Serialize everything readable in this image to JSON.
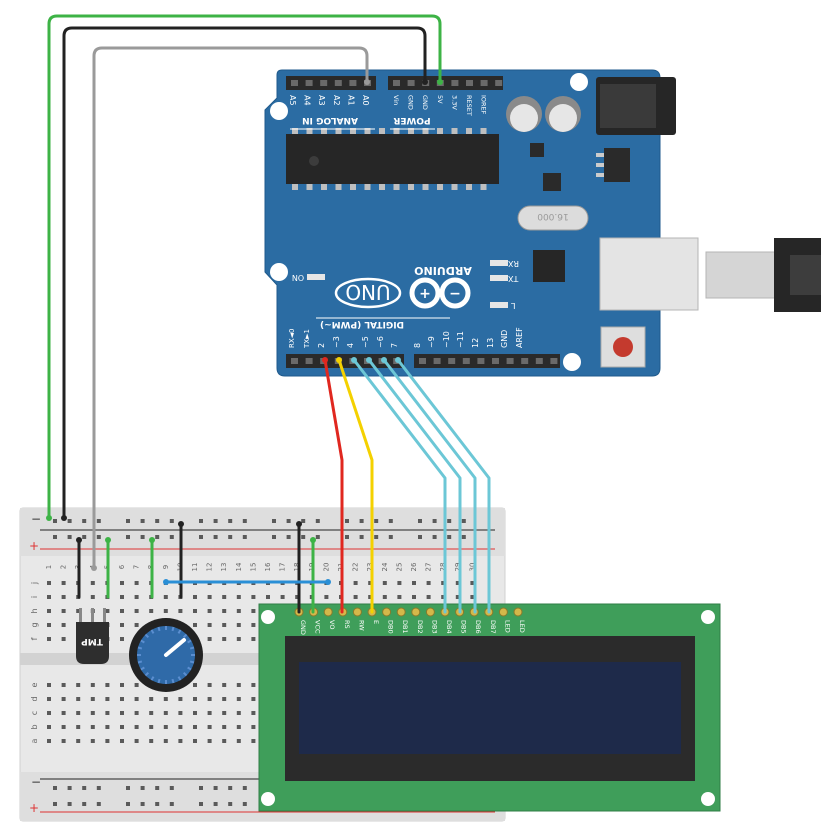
{
  "arduino": {
    "analog_header": "ANALOG IN",
    "analog_pins": [
      "A5",
      "A4",
      "A3",
      "A2",
      "A1",
      "A0"
    ],
    "power_header": "POWER",
    "power_pins": [
      "Vin",
      "GND",
      "GND",
      "5V",
      "3.3V",
      "RESET",
      "IOREF"
    ],
    "brand": "ARDUINO",
    "model": "UNO",
    "crystal_label": "16.000",
    "on_label": "ON",
    "rx_label": "RX",
    "tx_label": "TX",
    "l_label": "L",
    "digital_header": "DIGITAL (PWM~)",
    "digital_pins": [
      "RX◄0",
      "TX►1",
      "2",
      "~3",
      "4",
      "~5",
      "~6",
      "7",
      "8",
      "~9",
      "~10",
      "~11",
      "12",
      "13",
      "GND",
      "AREF"
    ]
  },
  "breadboard": {
    "rail_minus": "−",
    "rail_plus": "+",
    "row_letters_top": [
      "j",
      "i",
      "h",
      "g",
      "f"
    ],
    "row_letters_bottom": [
      "e",
      "d",
      "c",
      "b",
      "a"
    ],
    "column_numbers": [
      "1",
      "2",
      "3",
      "4",
      "5",
      "6",
      "7",
      "8",
      "9",
      "10",
      "11",
      "12",
      "13",
      "14",
      "15",
      "16",
      "17",
      "18",
      "19",
      "20",
      "21",
      "22",
      "23",
      "24",
      "25",
      "26",
      "27",
      "28",
      "29",
      "30"
    ]
  },
  "sensor": {
    "label": "TMP"
  },
  "lcd": {
    "pins": [
      "GND",
      "VCC",
      "VO",
      "RS",
      "RW",
      "E",
      "DB0",
      "DB1",
      "DB2",
      "DB3",
      "DB4",
      "DB5",
      "DB6",
      "DB7",
      "LED",
      "LED"
    ]
  },
  "colors": {
    "board": "#2b6ca3",
    "breadboard": "#e8e8e8",
    "lcd_pcb": "#3f9e5a",
    "lcd_screen": "#1e2a4a",
    "wire_green": "#3db346",
    "wire_black": "#222222",
    "wire_gray": "#9a9a9a",
    "wire_red": "#e0271f",
    "wire_yellow": "#f4d100",
    "wire_cyan": "#6cc7d6",
    "wire_blue": "#2a8fd6"
  }
}
